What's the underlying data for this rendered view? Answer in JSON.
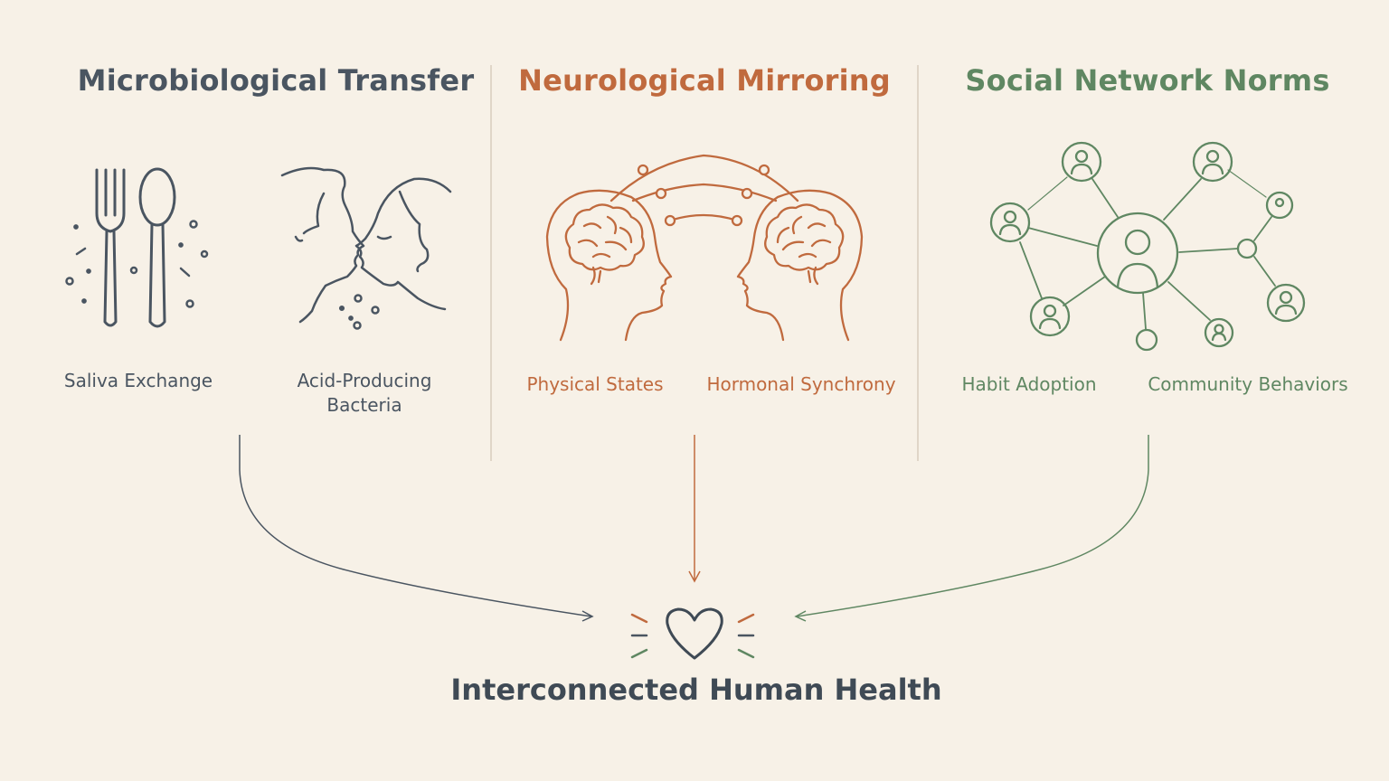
{
  "columns": [
    {
      "title": "Microbiological Transfer",
      "items": [
        "Saliva Exchange",
        "Acid-Producing\nBacteria"
      ]
    },
    {
      "title": "Neurological Mirroring",
      "items": [
        "Physical States",
        "Hormonal Synchrony"
      ]
    },
    {
      "title": "Social Network Norms",
      "items": [
        "Habit Adoption",
        "Community Behaviors"
      ]
    }
  ],
  "outcome": {
    "label": "Interconnected Human Health"
  },
  "icons": {
    "col1": [
      "fork-icon",
      "spoon-icon",
      "kissing-faces-icon"
    ],
    "col2": [
      "mirrored-brains-icon"
    ],
    "col3": [
      "social-network-icon"
    ],
    "outcome": "heart-icon"
  },
  "colors": {
    "background": "#f7f1e7",
    "slate": "#4a5561",
    "rust": "#c06a3e",
    "sage": "#5f8762"
  }
}
